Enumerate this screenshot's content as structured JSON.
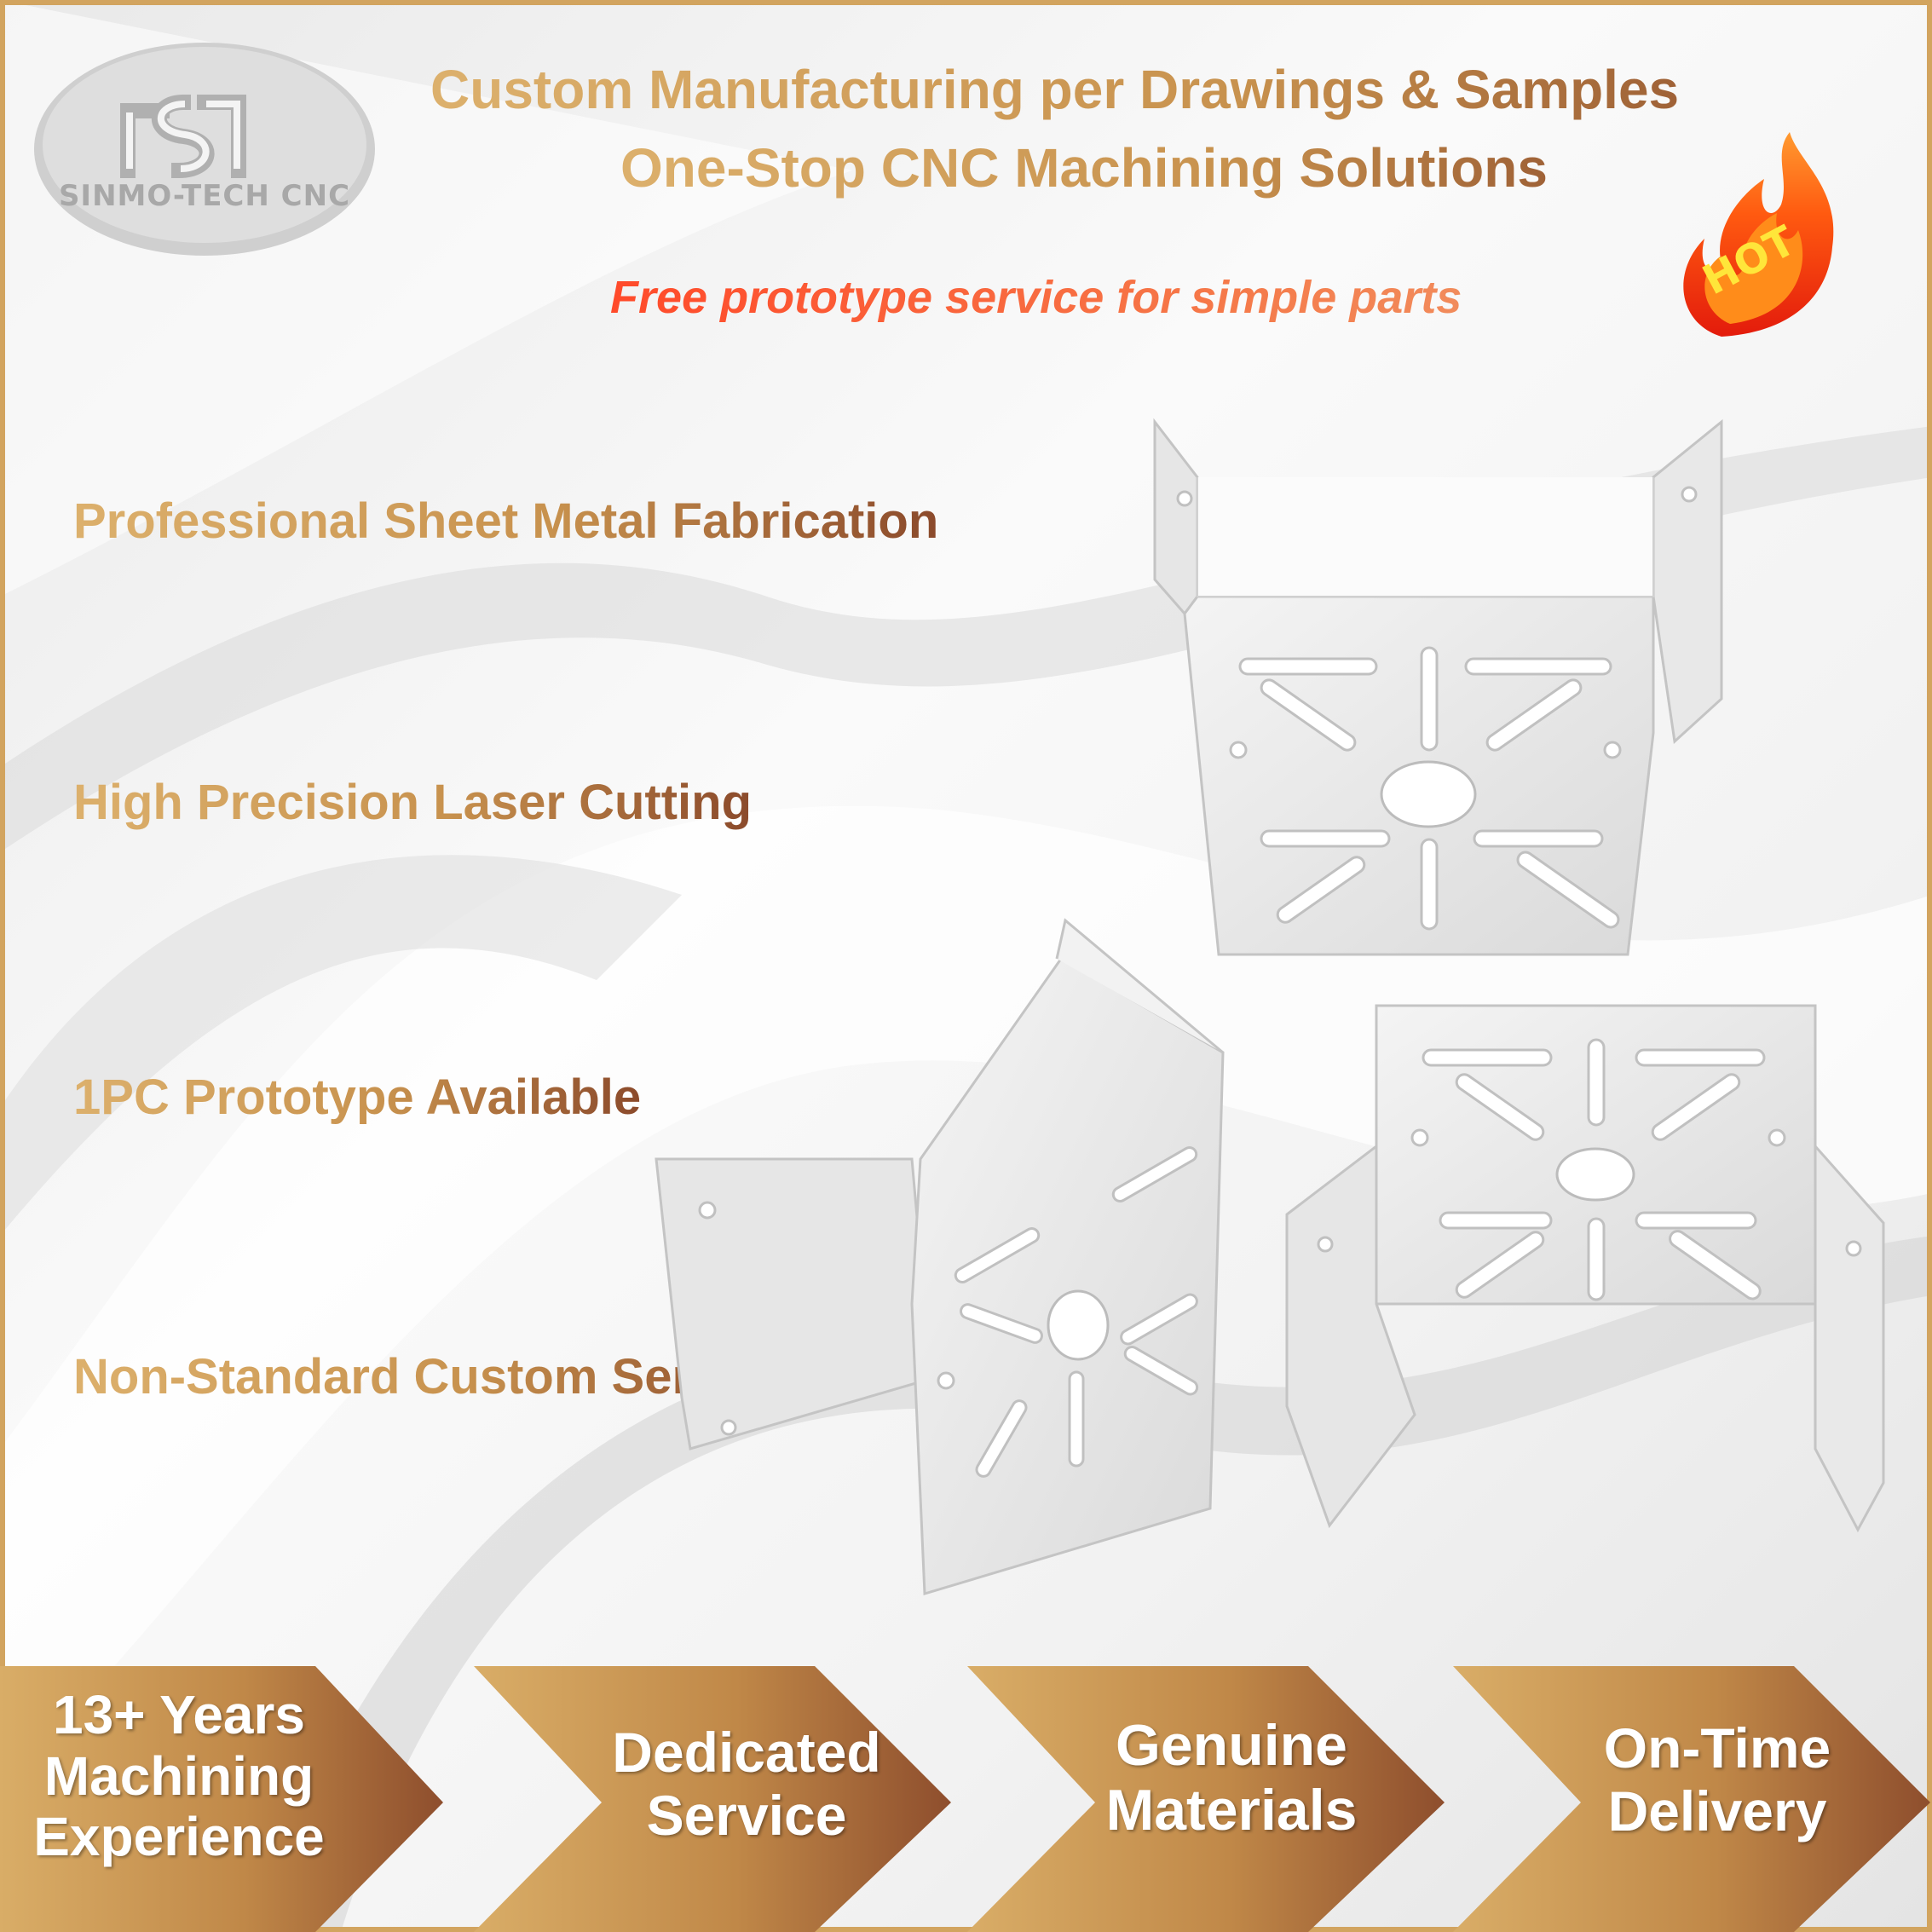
{
  "logo": {
    "brand_text": "SINMO-TECH CNC"
  },
  "header": {
    "line1": "Custom Manufacturing per Drawings & Samples",
    "line2": "One-Stop CNC Machining Solutions",
    "promo": "Free prototype service for simple parts",
    "hot_label": "HOT"
  },
  "features": [
    "Professional Sheet Metal Fabrication",
    "High Precision Laser Cutting",
    "1PC Prototype Available",
    "Non-Standard Custom Service"
  ],
  "badges": [
    {
      "lines": [
        "13+ Years",
        "Machining",
        "Experience"
      ]
    },
    {
      "lines": [
        "Dedicated",
        "Service"
      ]
    },
    {
      "lines": [
        "Genuine",
        "Materials"
      ]
    },
    {
      "lines": [
        "On-Time",
        "Delivery"
      ]
    }
  ],
  "colors": {
    "gold_light": "#dcb06c",
    "gold_dark": "#8b4a2b",
    "promo_red": "#ff4a2a",
    "frame": "#d2a45f"
  }
}
